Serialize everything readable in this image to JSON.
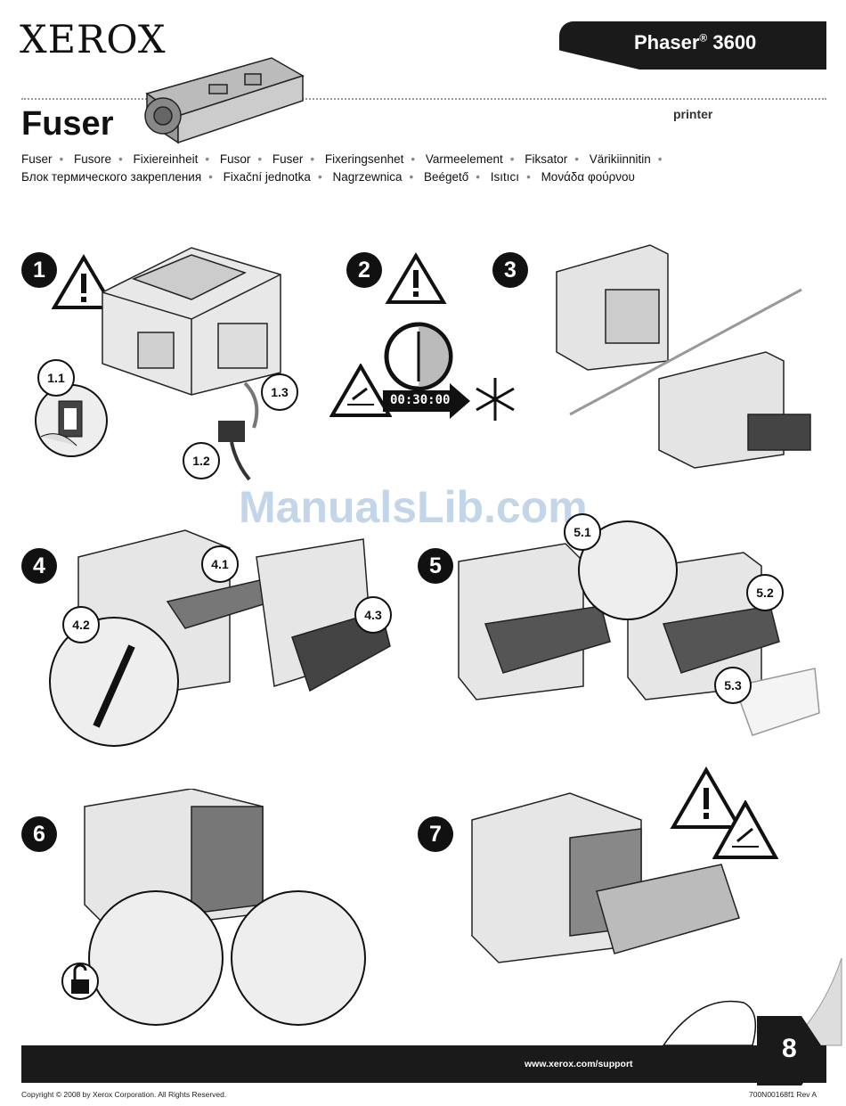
{
  "header": {
    "logo": "XEROX",
    "model_name": "Phaser",
    "model_reg": "®",
    "model_number": " 3600",
    "title": "Fuser",
    "subtitle": "printer"
  },
  "translations": [
    "Fuser",
    "Fusore",
    "Fixiereinheit",
    "Fusor",
    "Fuser",
    "Fixeringsenhet",
    "Varmeelement",
    "Fiksator",
    "Värikiinnitin",
    "Блок термического закрепления",
    "Fixační jednotka",
    "Nagrzewnica",
    "Beégető",
    "Isıtıcı",
    "Μονάδα φούρνου"
  ],
  "steps": {
    "s1": "1",
    "s2": "2",
    "s3": "3",
    "s4": "4",
    "s5": "5",
    "s6": "6",
    "s7": "7"
  },
  "sub_labels": {
    "l11": "1.1",
    "l12": "1.2",
    "l13": "1.3",
    "l41": "4.1",
    "l42": "4.2",
    "l43": "4.3",
    "l51": "5.1",
    "l52": "5.2",
    "l53": "5.3"
  },
  "timer": "00:30:00",
  "watermark": "ManualsLib.com",
  "footer": {
    "url": "www.xerox.com/support",
    "page": "8",
    "copyright": "Copyright © 2008 by Xerox Corporation.  All Rights Reserved.",
    "doc_number": "700N00168f1 Rev A"
  },
  "colors": {
    "banner": "#1a1a1a",
    "watermark": "#b9cfe6"
  }
}
